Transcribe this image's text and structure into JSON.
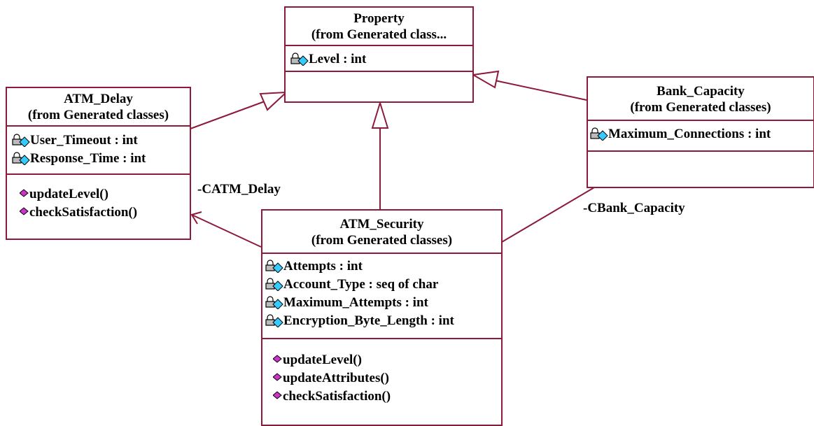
{
  "classes": {
    "property": {
      "name": "Property",
      "stereotype": "(from Generated class...",
      "attributes": [
        "Level : int"
      ],
      "operations": []
    },
    "atm_delay": {
      "name": "ATM_Delay",
      "stereotype": "(from Generated classes)",
      "attributes": [
        "User_Timeout : int",
        "Response_Time : int"
      ],
      "operations": [
        "updateLevel()",
        "checkSatisfaction()"
      ]
    },
    "bank_capacity": {
      "name": "Bank_Capacity",
      "stereotype": "(from Generated classes)",
      "attributes": [
        "Maximum_Connections : int"
      ],
      "operations": []
    },
    "atm_security": {
      "name": "ATM_Security",
      "stereotype": "(from Generated classes)",
      "attributes": [
        "Attempts : int",
        "Account_Type : seq of char",
        "Maximum_Attempts : int",
        "Encryption_Byte_Length : int"
      ],
      "operations": [
        "updateLevel()",
        "updateAttributes()",
        "checkSatisfaction()"
      ]
    }
  },
  "associations": {
    "catm_delay": "-CATM_Delay",
    "cbank_capacity": "-CBank_Capacity"
  },
  "colors": {
    "border": "#8b1a3b",
    "attribute_icon": "#33ccff",
    "operation_icon": "#cc33cc"
  },
  "icons": {
    "attribute": "locked-attribute-icon",
    "operation": "operation-diamond-icon"
  }
}
